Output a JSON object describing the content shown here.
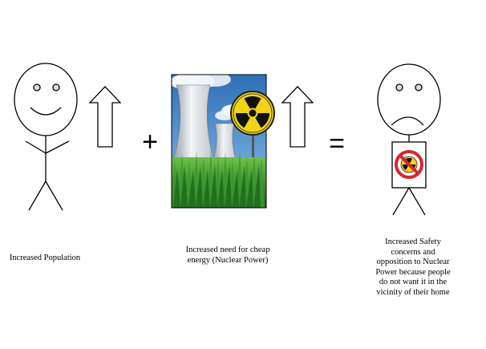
{
  "captions": {
    "population": "Increased Population",
    "energy": "Increased need for cheap energy (Nuclear Power)",
    "opposition": "Increased Safety concerns and opposition to Nuclear Power because people do not want it in the vicinity of their home"
  },
  "operators": {
    "plus": "+",
    "equals": "="
  },
  "colors": {
    "line": "#000000",
    "trefoil_yellow": "#f2d31a",
    "sky_blue": "#3e86c8",
    "grass_green": "#2f8a2a",
    "no_sign_red": "#d8262b"
  },
  "icons": [
    "happy-stick-figure",
    "up-arrow-icon",
    "nuclear-plant-image",
    "radiation-symbol-icon",
    "sad-stick-figure",
    "no-nuclear-sign-icon"
  ]
}
